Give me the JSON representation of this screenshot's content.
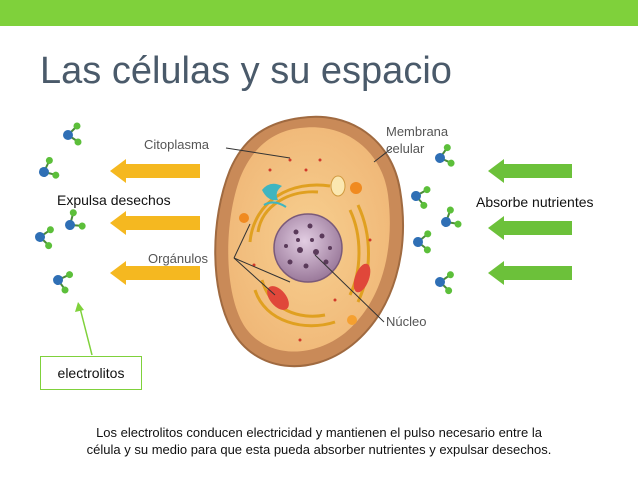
{
  "slide": {
    "title": "Las células y su espacio",
    "accent_color": "#7fd13b"
  },
  "labels": {
    "left": "Expulsa desechos",
    "right": "Absorbe nutrientes",
    "electrolytes_box": "electrolitos"
  },
  "cell_labels": {
    "cytoplasm": "Citoplasma",
    "membrane_line1": "Membrana",
    "membrane_line2": "celular",
    "organelles": "Orgánulos",
    "nucleus": "Núcleo"
  },
  "caption": {
    "line1": "Los electrolitos conducen electricidad y mantienen el pulso necesario entre la",
    "line2": "célula y su medio para que esta pueda absorber nutrientes y expulsar desechos."
  },
  "arrows": {
    "outgoing_color": "#f5b820",
    "incoming_color": "#6cc13a"
  },
  "icons": [
    "molecule-icon"
  ]
}
